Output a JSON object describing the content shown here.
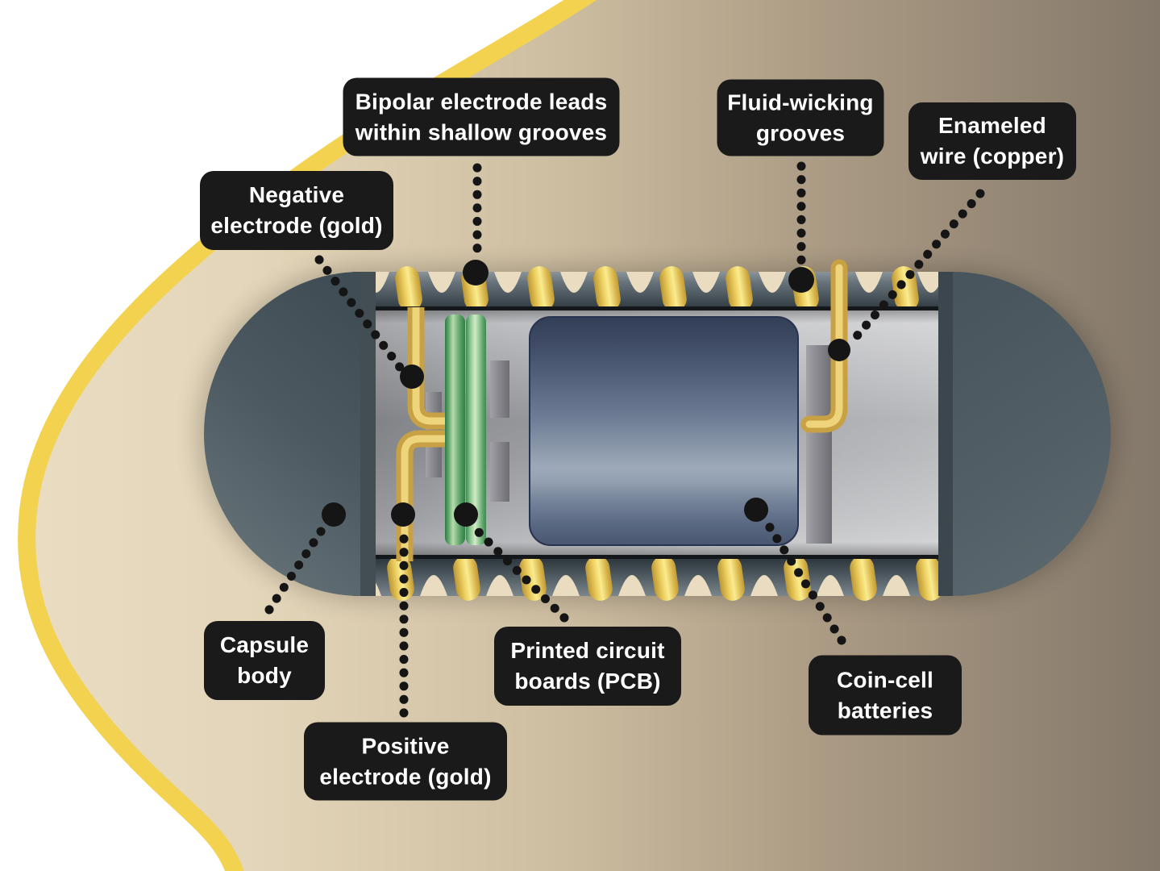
{
  "labels": [
    {
      "id": "bipolar-electrode-leads",
      "line1": "Bipolar electrode leads",
      "line2": "within shallow grooves"
    },
    {
      "id": "fluid-wicking-grooves",
      "line1": "Fluid-wicking",
      "line2": "grooves"
    },
    {
      "id": "enameled-wire",
      "line1": "Enameled",
      "line2": "wire (copper)"
    },
    {
      "id": "negative-electrode",
      "line1": "Negative",
      "line2": "electrode (gold)"
    },
    {
      "id": "capsule-body",
      "line1": "Capsule",
      "line2": "body"
    },
    {
      "id": "printed-circuit-boards",
      "line1": "Printed circuit",
      "line2": "boards (PCB)"
    },
    {
      "id": "coin-cell-batteries",
      "line1": "Coin-cell",
      "line2": "batteries"
    },
    {
      "id": "positive-electrode",
      "line1": "Positive",
      "line2": "electrode (gold)"
    }
  ],
  "colors": {
    "label_bg": "#1a1a1a",
    "label_text": "#ffffff",
    "outline_yellow": "#f2d24f",
    "wire_gold": "#e8c852",
    "pcb_green": "#5ea36c",
    "battery_blue": "#55647f",
    "capsule_slate": "#4e5a61",
    "background_beige": "#dbcbae",
    "background_brown": "#84786a",
    "leader_dot": "#151515"
  }
}
